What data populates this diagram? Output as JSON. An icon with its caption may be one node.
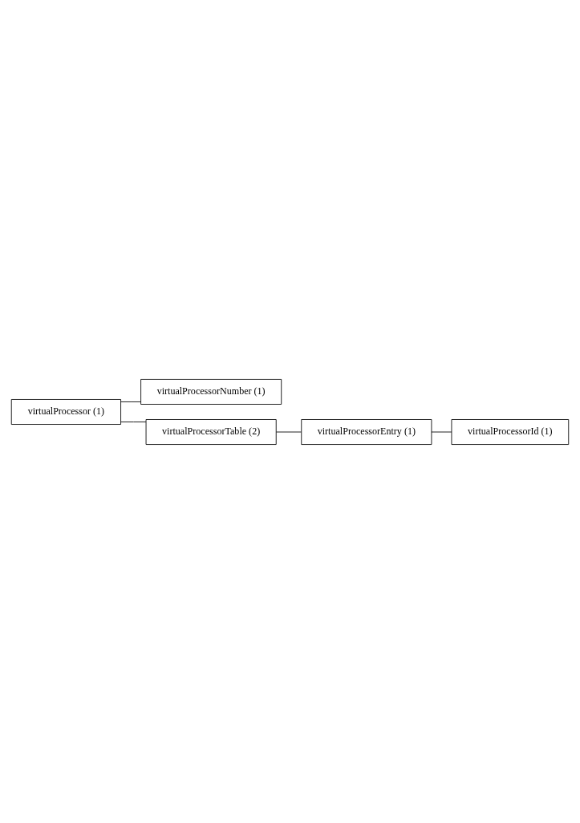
{
  "diagram": {
    "nodes": [
      {
        "text": [
          "virtualProcessor (1)"
        ]
      },
      {
        "text": [
          "virtualProcessorNumber (1)"
        ]
      },
      {
        "text": [
          "virtualProcessorTable (2)"
        ]
      },
      {
        "text": [
          "virtualProcessorEntry (1)"
        ]
      },
      {
        "text": [
          "virtualProcessorId (1)"
        ]
      }
    ],
    "edges": [
      {
        "from": 0,
        "to": 1,
        "arrow": "none"
      },
      {
        "from": 0,
        "to": 2,
        "arrow": "none"
      },
      {
        "from": 2,
        "to": 3,
        "arrow": "none"
      },
      {
        "from": 3,
        "to": 4,
        "arrow": "none"
      }
    ]
  }
}
